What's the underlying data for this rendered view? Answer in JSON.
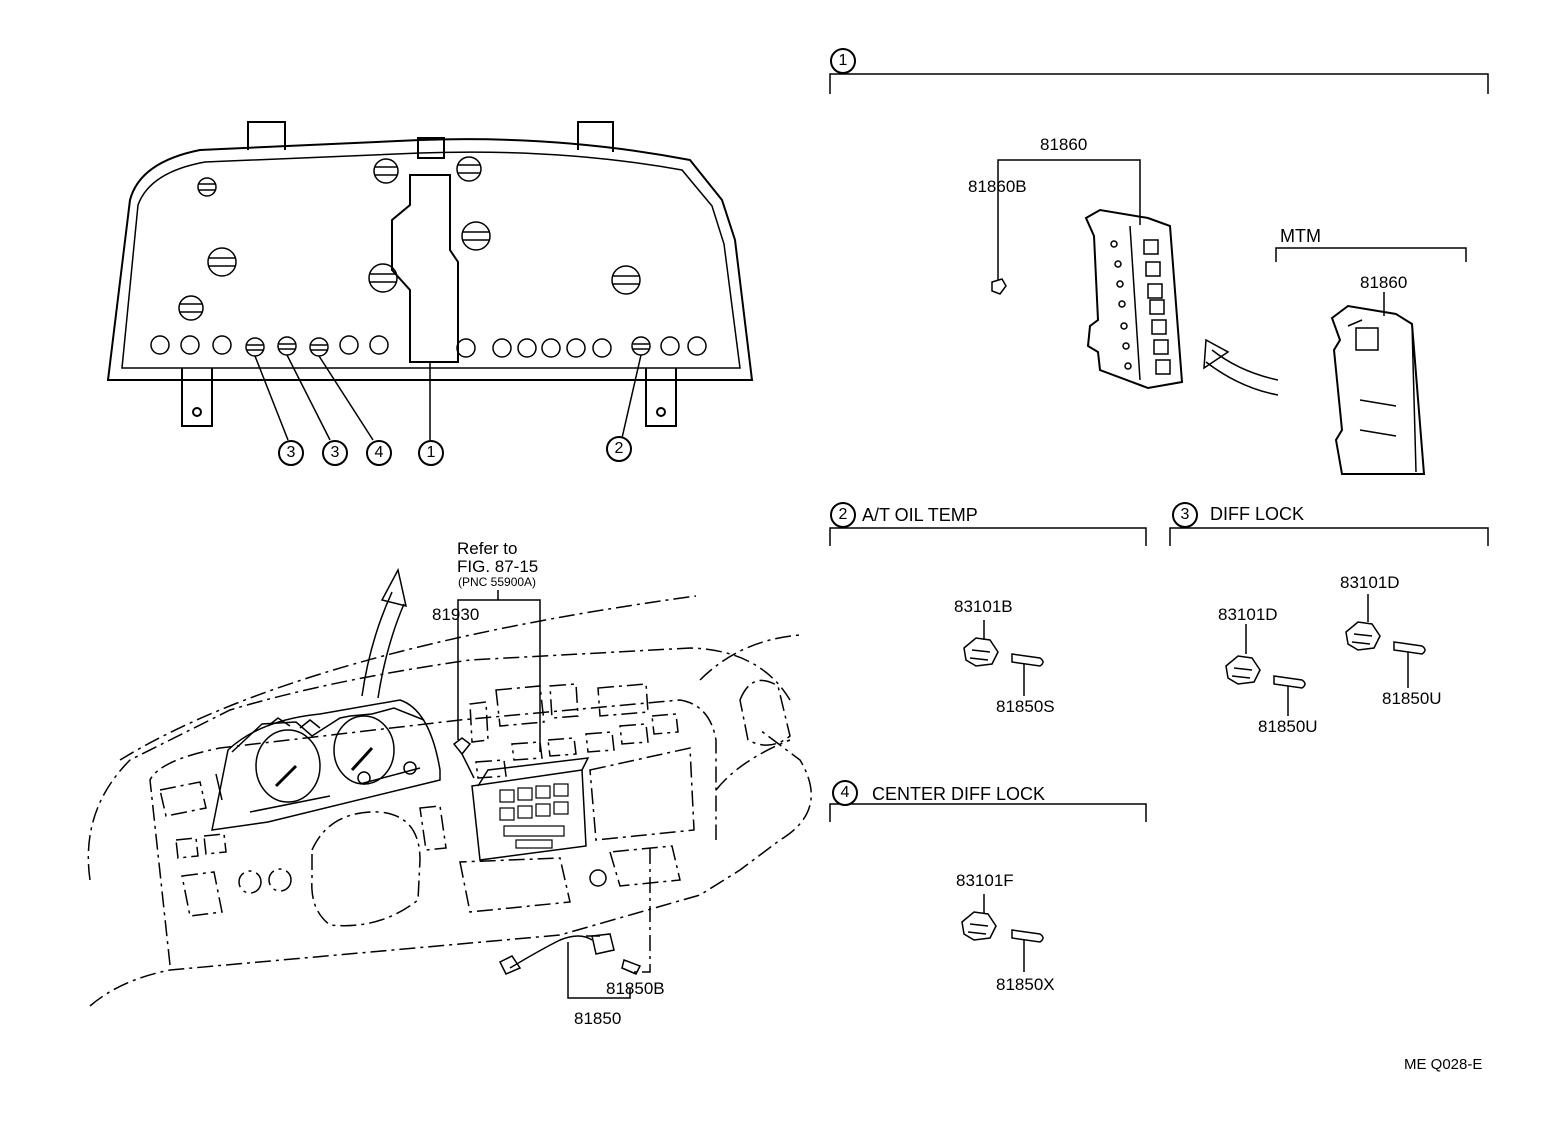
{
  "callouts": {
    "c1": "1",
    "c2": "2",
    "c3": "3",
    "c4": "4"
  },
  "sections": {
    "s1": {
      "num": "1",
      "title": ""
    },
    "s2": {
      "num": "2",
      "title": "A/T  OIL  TEMP"
    },
    "s3": {
      "num": "3",
      "title": "DIFF  LOCK"
    },
    "s4": {
      "num": "4",
      "title": "CENTER  DIFF  LOCK"
    }
  },
  "mtm": "MTM",
  "parts": {
    "p81860_a": "81860",
    "p81860b": "81860B",
    "p81860_b": "81860",
    "p83101b": "83101B",
    "p81850s": "81850S",
    "p83101d_a": "83101D",
    "p83101d_b": "83101D",
    "p81850u_a": "81850U",
    "p81850u_b": "81850U",
    "p83101f": "83101F",
    "p81850x": "81850X",
    "p81930": "81930",
    "p81850b": "81850B",
    "p81850": "81850"
  },
  "refer": {
    "line1": "Refer to",
    "line2": "FIG. 87-15",
    "line3": "(PNC  55900A)"
  },
  "footer_code": "ME  Q028-E"
}
